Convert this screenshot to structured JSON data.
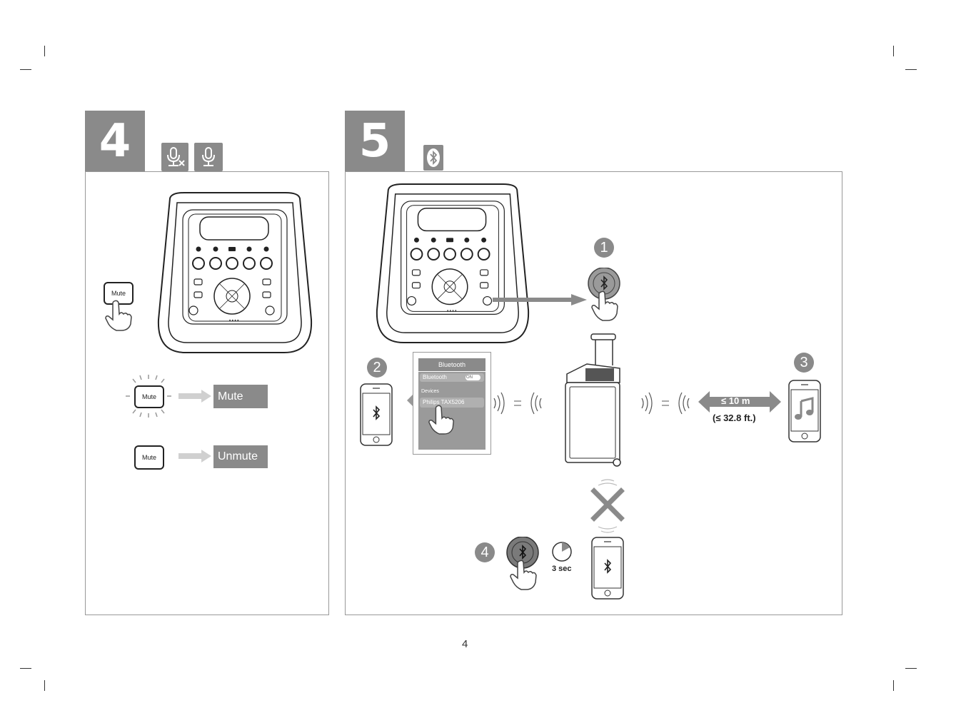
{
  "step4": {
    "number": "4",
    "icons": [
      "mic-mute-icon",
      "mic-icon"
    ],
    "device_button_label": "Mute",
    "rows": [
      {
        "button": "Mute",
        "result": "Mute"
      },
      {
        "button": "Mute",
        "result": "Unmute"
      }
    ]
  },
  "step5": {
    "number": "5",
    "icon": "bluetooth-icon",
    "callouts": [
      "1",
      "2",
      "3",
      "4"
    ],
    "menu": {
      "title": "Bluetooth",
      "bluetooth_row": "Bluetooth",
      "toggle": "ON",
      "devices_label": "Devices",
      "device_name": "Philips TAX5206"
    },
    "range": "≤ 10 m",
    "range_ft": "(≤ 32.8 ft.)",
    "hold_time": "3 sec"
  },
  "page_number": "4"
}
